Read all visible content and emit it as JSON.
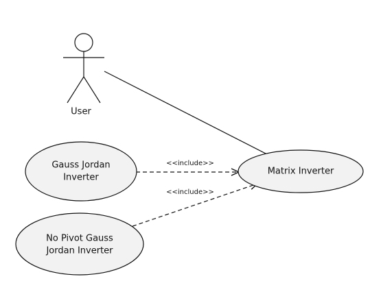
{
  "diagram": {
    "actor": {
      "label": "User"
    },
    "use_cases": {
      "gauss": {
        "line1": "Gauss Jordan",
        "line2": "Inverter"
      },
      "nopivot": {
        "line1": "No Pivot Gauss",
        "line2": "Jordan Inverter"
      },
      "matrix": {
        "label": "Matrix Inverter"
      }
    },
    "relations": {
      "include_1": "<<include>>",
      "include_2": "<<include>>"
    }
  }
}
